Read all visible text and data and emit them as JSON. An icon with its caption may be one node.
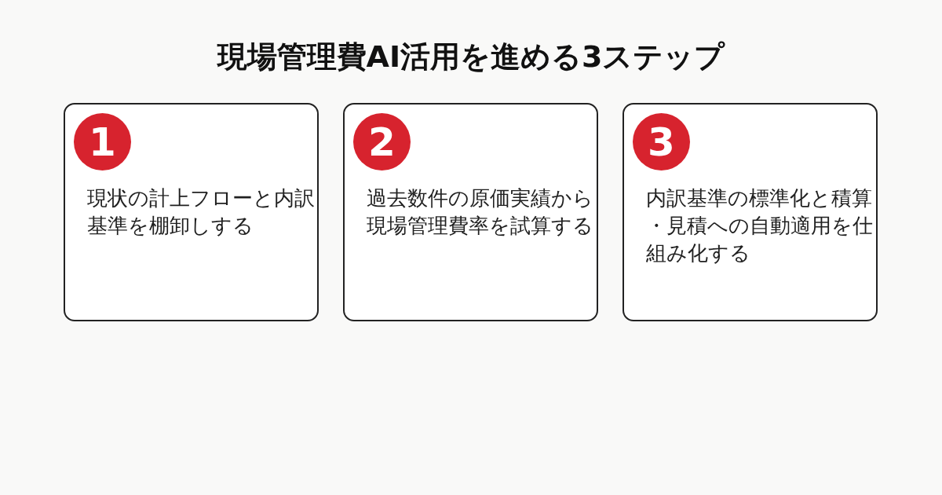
{
  "diagram": {
    "title": "現場管理費AI活用を進める3ステップ",
    "nodes": [
      {
        "text": [
          "現状の計上フローと内訳基準を棚卸しする"
        ]
      },
      {
        "text": [
          "1"
        ],
        "in": 0
      },
      {
        "text": [
          "過去数件の原価実績から現場管理費率を試算する"
        ]
      },
      {
        "text": [
          "2"
        ],
        "in": 2
      },
      {
        "text": [
          "内訳基準の標準化と積算・見積への自動適用を仕組み化する"
        ]
      },
      {
        "text": [
          "3"
        ],
        "in": 4
      }
    ]
  }
}
